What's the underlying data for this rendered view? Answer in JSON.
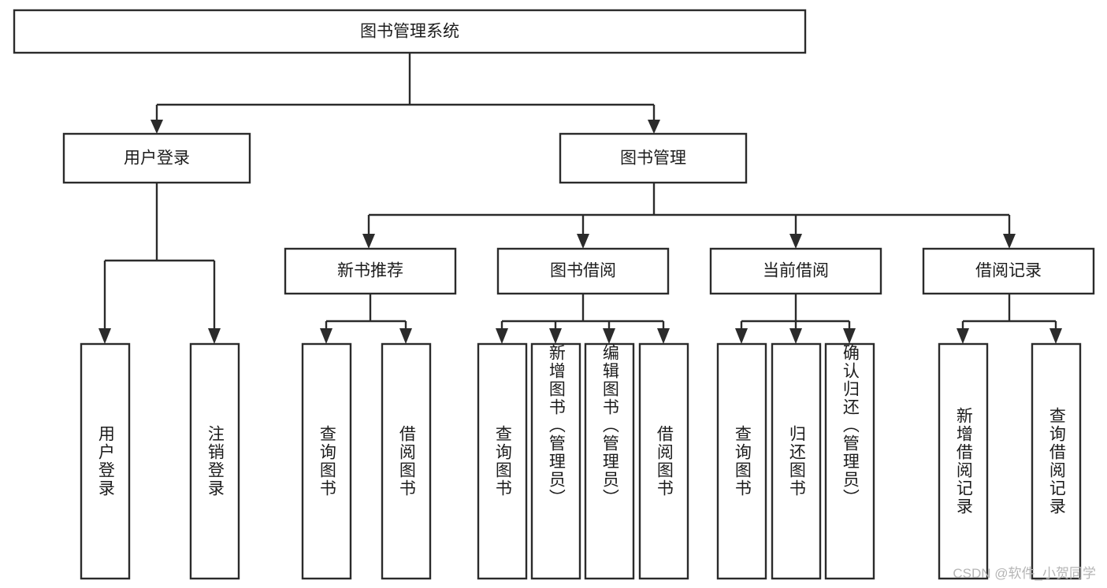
{
  "diagram": {
    "type": "tree-hierarchy-chart",
    "title": "图书管理系统",
    "watermark": "CSDN @软件_小贺同学",
    "colors": {
      "stroke": "#2b2b2b",
      "fill": "#ffffff",
      "text": "#1c1c1c",
      "watermark": "#b5b5b5"
    },
    "levels": {
      "root": {
        "label": "图书管理系统"
      },
      "level2": [
        {
          "label": "用户登录"
        },
        {
          "label": "图书管理"
        }
      ],
      "level3": [
        {
          "label": "新书推荐"
        },
        {
          "label": "图书借阅"
        },
        {
          "label": "当前借阅"
        },
        {
          "label": "借阅记录"
        }
      ],
      "leaves": {
        "user_login": [
          {
            "label": "用户登录"
          },
          {
            "label": "注销登录"
          }
        ],
        "new_book_recommend": [
          {
            "label": "查询图书"
          },
          {
            "label": "借阅图书"
          }
        ],
        "book_borrow": [
          {
            "label": "查询图书"
          },
          {
            "label": "新增图书（管理员）"
          },
          {
            "label": "编辑图书（管理员）"
          },
          {
            "label": "借阅图书"
          }
        ],
        "current_borrow": [
          {
            "label": "查询图书"
          },
          {
            "label": "归还图书"
          },
          {
            "label": "确认归还（管理员）"
          }
        ],
        "borrow_record": [
          {
            "label": "新增借阅记录"
          },
          {
            "label": "查询借阅记录"
          }
        ]
      }
    }
  }
}
